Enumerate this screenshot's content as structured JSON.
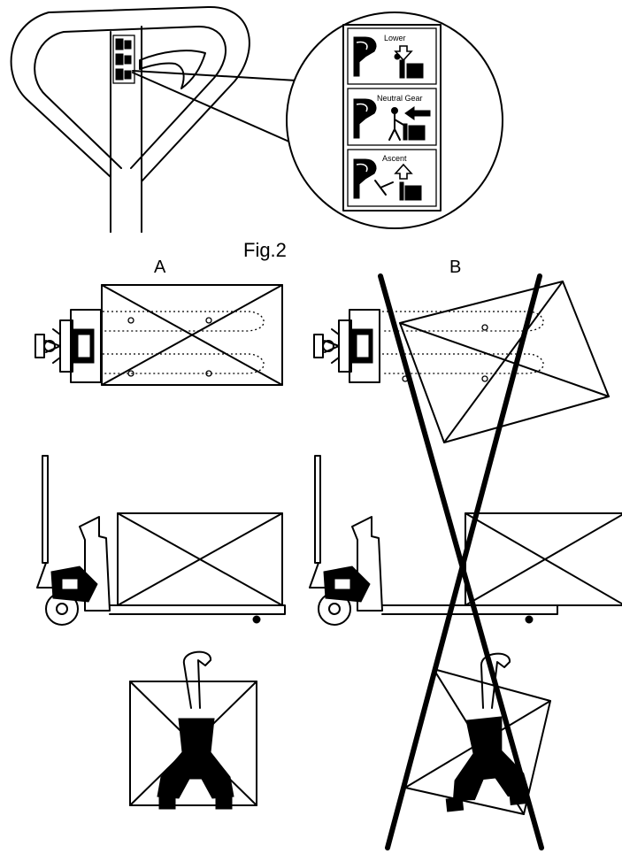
{
  "figure": {
    "caption": "Fig.2",
    "panel_a_label": "A",
    "panel_b_label": "B"
  },
  "handle_label": {
    "items": [
      {
        "text": "Lower",
        "icon": "down-arrow-icon"
      },
      {
        "text": "Neutral Gear",
        "icon": "left-arrow-icon"
      },
      {
        "text": "Ascent",
        "icon": "up-arrow-icon"
      }
    ]
  },
  "colors": {
    "ink": "#000000",
    "paper": "#ffffff"
  }
}
